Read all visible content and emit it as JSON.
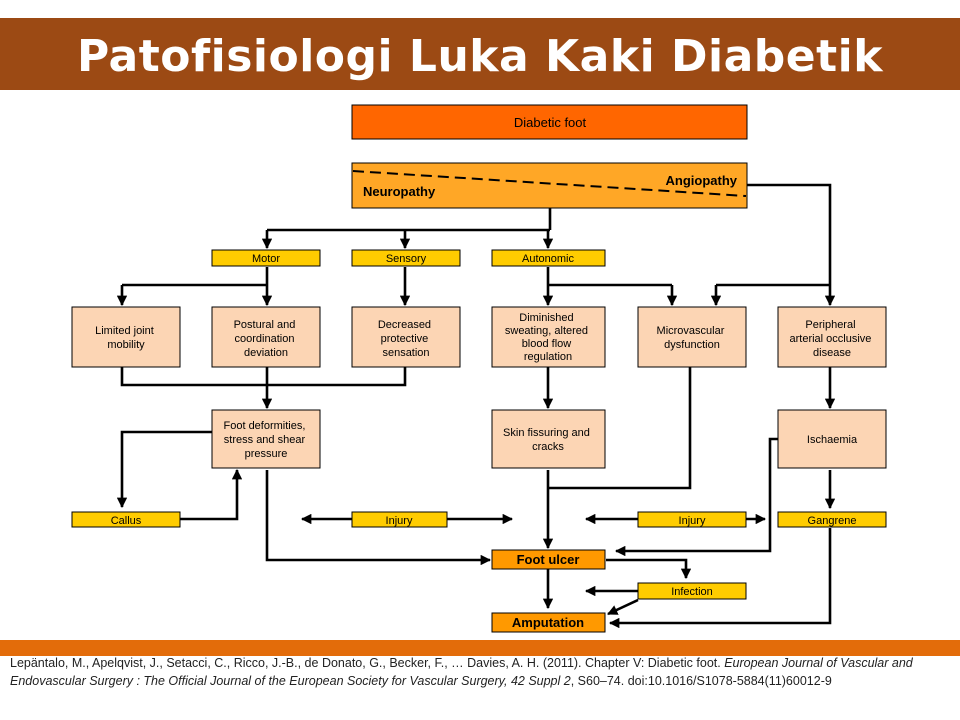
{
  "title": "Patofisiologi Luka Kaki Diabetik",
  "diagram": {
    "diabetic_foot": "Diabetic foot",
    "angiopathy": "Angiopathy",
    "neuropathy": "Neuropathy",
    "motor": "Motor",
    "sensory": "Sensory",
    "autonomic": "Autonomic",
    "limited_joint": [
      "Limited joint",
      "mobility"
    ],
    "postural": [
      "Postural and",
      "coordination",
      "deviation"
    ],
    "decreased": [
      "Decreased",
      "protective",
      "sensation"
    ],
    "diminished": [
      "Diminished",
      "sweating, altered",
      "blood flow",
      "regulation"
    ],
    "microvascular": [
      "Microvascular",
      "dysfunction"
    ],
    "peripheral": [
      "Peripheral",
      "arterial occlusive",
      "disease"
    ],
    "foot_deformities": [
      "Foot deformities,",
      "stress and shear",
      "pressure"
    ],
    "skin_fissuring": [
      "Skin fissuring and",
      "cracks"
    ],
    "ischaemia": "Ischaemia",
    "callus": "Callus",
    "injury_left": "Injury",
    "injury_right": "Injury",
    "gangrene": "Gangrene",
    "foot_ulcer": "Foot ulcer",
    "infection": "Infection",
    "amputation": "Amputation"
  },
  "citation": {
    "authors": "Lepäntalo, M., Apelqvist, J., Setacci, C., Ricco, J.-B., de Donato, G., Becker, F., … Davies, A. H. (2011). Chapter V: Diabetic foot. ",
    "journal": "European Journal of Vascular and Endovascular Surgery : The Official Journal of the European Society for Vascular Surgery, 42 Suppl 2",
    "rest": ", S60–74. doi:10.1016/S1078-5884(11)60012-9"
  },
  "colors": {
    "title_bar": "#9c4a14",
    "accent_strip": "#e36c0a",
    "top_box": "#ff6600",
    "neuropathy_box": "#ffa726",
    "label_box": "#ffcc00",
    "outcome_box": "#ff9900",
    "process_box": "#fcd5b4"
  }
}
